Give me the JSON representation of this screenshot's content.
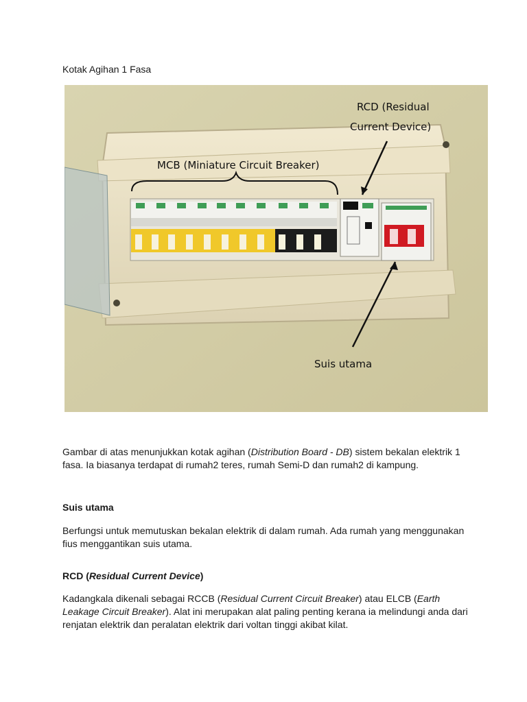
{
  "document": {
    "title": "Kotak Agihan 1 Fasa",
    "photo": {
      "label_mcb": "MCB (Miniature Circuit Breaker)",
      "label_rcd_line1": "RCD (Residual",
      "label_rcd_line2": "Current Device)",
      "label_main_switch": "Suis utama"
    },
    "intro": {
      "before": "Gambar di atas menunjukkan kotak agihan (",
      "italic": "Distribution Board - DB",
      "after": ") sistem bekalan elektrik 1 fasa. Ia biasanya terdapat di rumah2 teres, rumah Semi-D dan rumah2 di kampung."
    },
    "section_main_switch": {
      "heading": "Suis utama",
      "body": "Berfungsi untuk memutuskan bekalan elektrik di dalam rumah. Ada rumah yang menggunakan fius menggantikan suis utama."
    },
    "section_rcd": {
      "heading_prefix": "RCD (",
      "heading_italic": "Residual Current Device",
      "heading_suffix": ")",
      "body_1": "Kadangkala dikenali sebagai RCCB (",
      "body_2_italic": "Residual Current Circuit Breaker",
      "body_3": ") atau ELCB (",
      "body_4_italic": "Earth Leakage Circuit Breaker",
      "body_5": "). Alat ini merupakan alat paling penting kerana ia melindungi anda dari renjatan elektrik dan peralatan elektrik dari voltan tinggi akibat kilat."
    }
  }
}
